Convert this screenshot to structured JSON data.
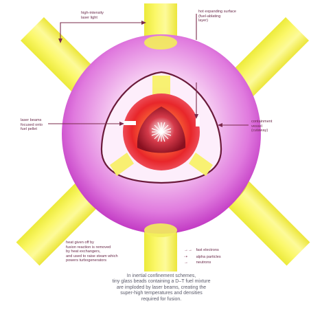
{
  "labels": {
    "laser_light": "high-intensity\nlaser light",
    "hot_expanding": "hot expanding surface\n(fuel-ablating\nlayer)",
    "laser_beams_focused": "laser beams\nfocused onto\nfuel pellet",
    "containment_vessel": "containment\nvessel\n(cutaway)",
    "heat_given_off": "heat given off by\nfusion reaction is removed\nby heat exchangers,\nand used to raise steam which\npowers turbogenerators"
  },
  "legend": [
    {
      "symbol": "→→",
      "label": "fast electrons"
    },
    {
      "symbol": "⇢",
      "label": "alpha particles"
    },
    {
      "symbol": "→",
      "label": "neutrons"
    }
  ],
  "caption": "In inertial confinement schemes,\ntiny glass beads containing a D–T fuel mixture\nare imploded by laser beams, creating the\nsuper-high temperatures and densities\nrequired for fusion.",
  "colors": {
    "beam": "#f6f25a",
    "sphere": "#d23ad0",
    "fire": "#e8262a",
    "outline": "#6a1a3a"
  }
}
